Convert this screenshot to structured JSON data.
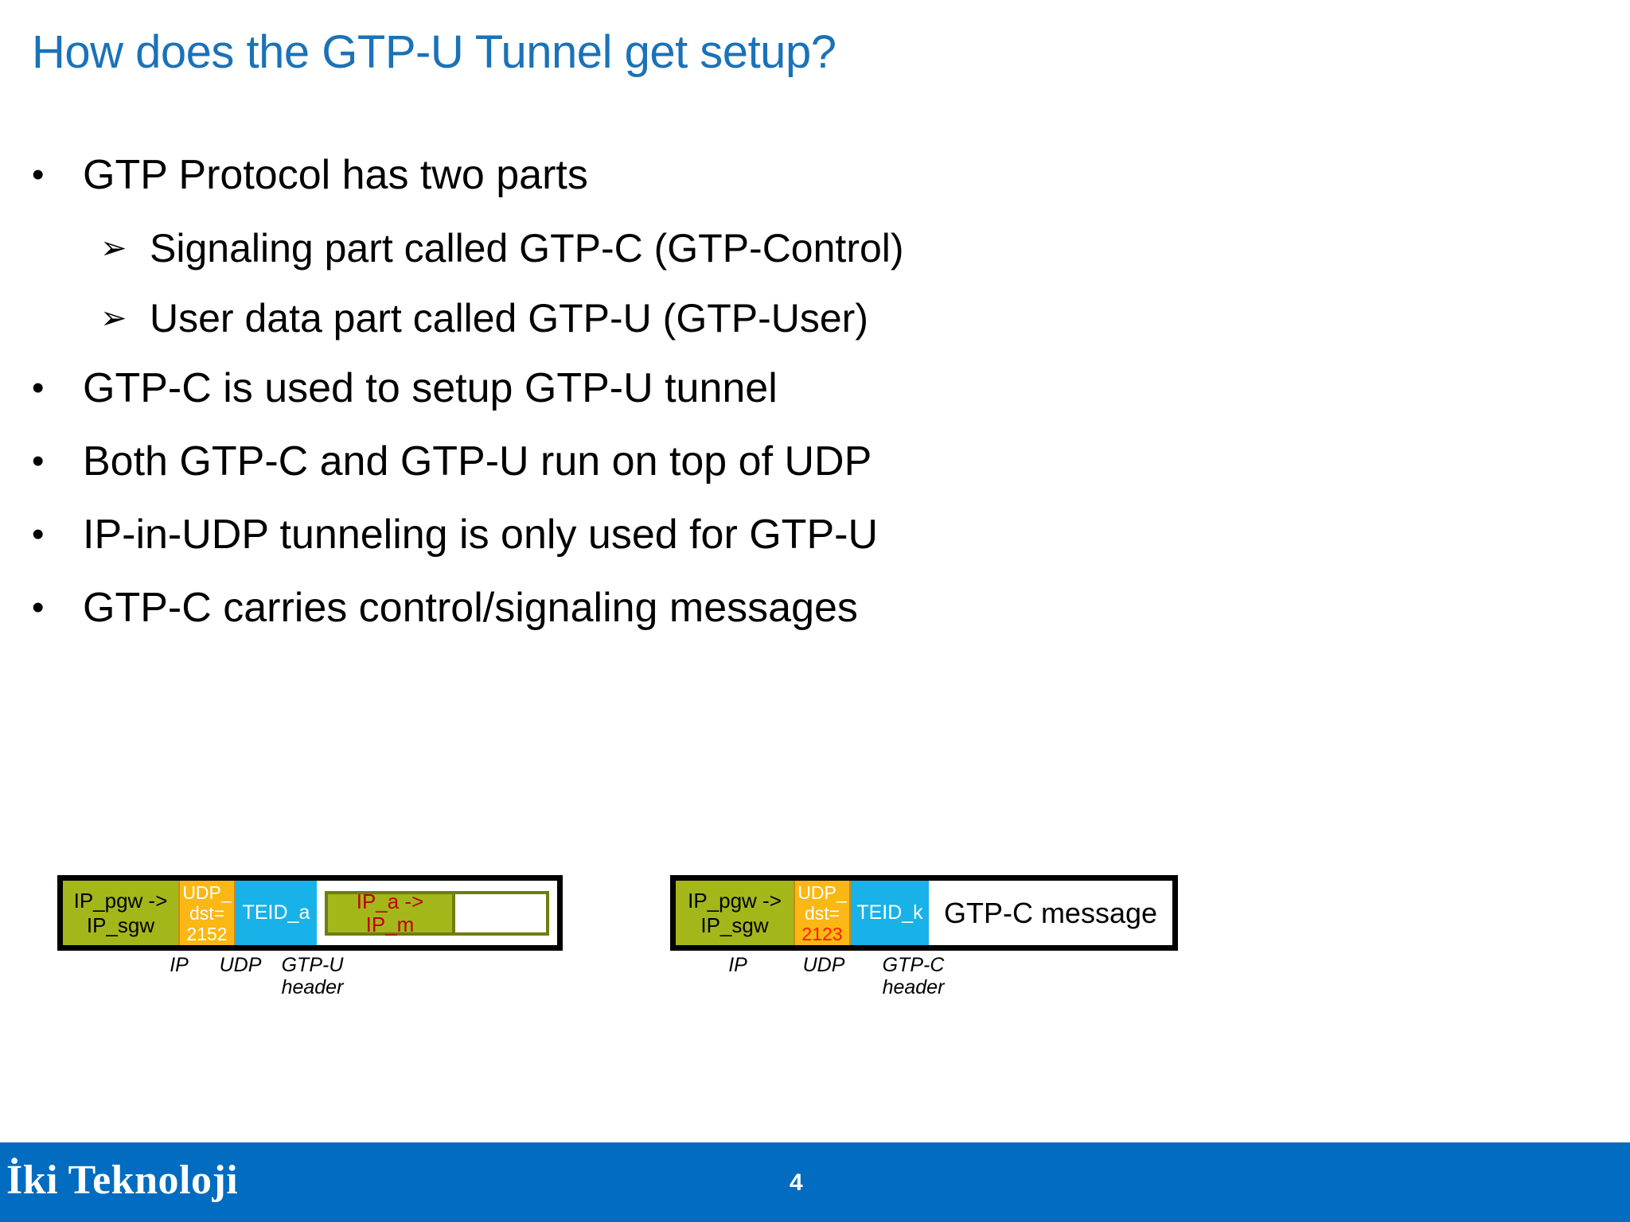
{
  "slide": {
    "title": "How does the GTP-U Tunnel get setup?",
    "title_color": "#1a72b8",
    "background": "#ffffff"
  },
  "content": {
    "bullets": [
      {
        "level": 1,
        "marker": "•",
        "text": "GTP Protocol has two parts"
      },
      {
        "level": 2,
        "marker": "➢",
        "text": "Signaling part called GTP-C (GTP-Control)"
      },
      {
        "level": 2,
        "marker": "➢",
        "text": "User data part called GTP-U (GTP-User)"
      },
      {
        "level": 1,
        "marker": "•",
        "text": "GTP-C is used to setup GTP-U tunnel"
      },
      {
        "level": 1,
        "marker": "•",
        "text": "Both GTP-C and GTP-U run on top of UDP"
      },
      {
        "level": 1,
        "marker": "•",
        "text": "IP-in-UDP tunneling is only used for GTP-U"
      },
      {
        "level": 1,
        "marker": "•",
        "text": "GTP-C carries control/signaling messages"
      }
    ]
  },
  "diagrams": {
    "colors": {
      "ip_green": "#a3b71b",
      "udp_orange": "#fbb713",
      "teid_blue": "#19b2e8",
      "inner_border": "#6f7d10",
      "port_red": "#ff1a00",
      "inner_text_red": "#c00000"
    },
    "gtpu": {
      "ip": {
        "line1": "IP_pgw ->",
        "line2": "IP_sgw",
        "caption": "IP"
      },
      "udp": {
        "line1": "UDP_",
        "line2": "dst=",
        "port": "2152",
        "port_color": "white",
        "caption": "UDP"
      },
      "teid": {
        "label": "TEID_a",
        "caption_line1": "GTP-U",
        "caption_line2": "header"
      },
      "payload": {
        "inner_line1": "IP_a ->",
        "inner_line2": "IP_m"
      }
    },
    "gtpc": {
      "ip": {
        "line1": "IP_pgw ->",
        "line2": "IP_sgw",
        "caption": "IP"
      },
      "udp": {
        "line1": "UDP_",
        "line2": "dst=",
        "port": "2123",
        "port_color": "red",
        "caption": "UDP"
      },
      "teid": {
        "label": "TEID_k",
        "caption_line1": "GTP-C",
        "caption_line2": "header"
      },
      "payload": {
        "message": "GTP-C message"
      }
    }
  },
  "footer": {
    "logo": "İki Teknoloji",
    "page_number": "4",
    "band_color": "#026cc0"
  }
}
